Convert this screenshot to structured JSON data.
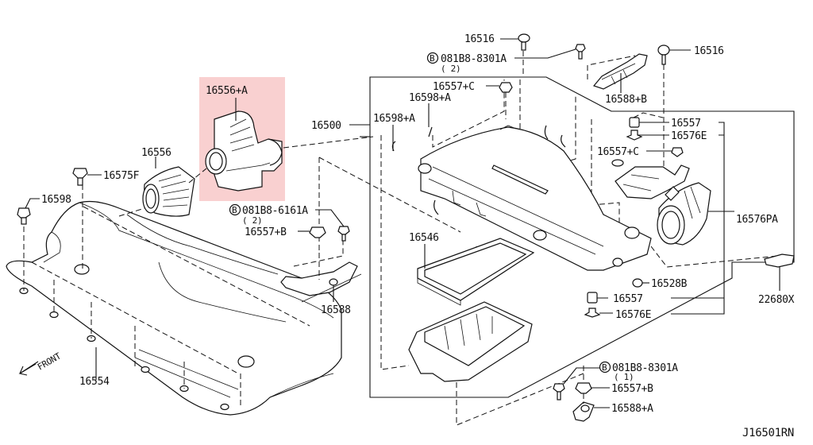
{
  "diagram": {
    "code": "J16501RN",
    "front_label": "FRONT",
    "highlight_color": "#f9d0d0",
    "callouts": {
      "p16516_top": "16516",
      "p16516_right": "16516",
      "bolt_8301_top": "081B8-8301A",
      "bolt_8301_top_qty": "( 2)",
      "p16557c_top": "16557+C",
      "p16598a_1": "16598+A",
      "p16598a_2": "16598+A",
      "p16588b": "16588+B",
      "p16556a": "16556+A",
      "p16500": "16500",
      "p16557_r1": "16557",
      "p16576e_r1": "16576E",
      "p16557c_r": "16557+C",
      "p16556": "16556",
      "p16575f": "16575F",
      "p16598": "16598",
      "bolt_6161": "081B8-6161A",
      "bolt_6161_qty": "( 2)",
      "p16557b_l": "16557+B",
      "p16576pa": "16576PA",
      "p16546": "16546",
      "p16588": "16588",
      "p16528b": "16528B",
      "p22680x": "22680X",
      "p16557_r2": "16557",
      "p16576e_r2": "16576E",
      "bolt_8301_bot": "081B8-8301A",
      "bolt_8301_bot_qty": "( 1)",
      "p16557b_r": "16557+B",
      "p16588a": "16588+A",
      "p16554": "16554"
    },
    "circled_marker": "B"
  }
}
